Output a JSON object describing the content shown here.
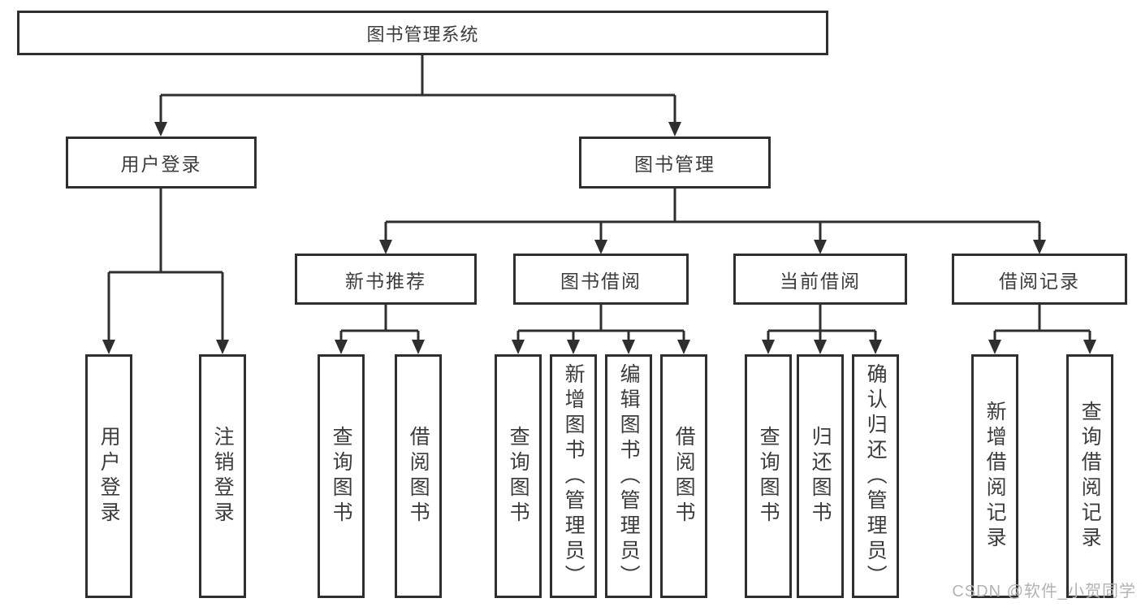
{
  "colors": {
    "line": "#2f2f2f",
    "box_border": "#2f2f2f",
    "box_fill": "#ffffff",
    "text": "#3c3c3c",
    "watermark_text": "#b3b3b3",
    "background": "#ffffff"
  },
  "nodes": {
    "root": {
      "label": "图书管理系统"
    },
    "user_login": {
      "label": "用户登录"
    },
    "book_mgmt": {
      "label": "图书管理"
    },
    "new_book_rec": {
      "label": "新书推荐"
    },
    "book_borrow": {
      "label": "图书借阅"
    },
    "current_borrow": {
      "label": "当前借阅"
    },
    "borrow_records": {
      "label": "借阅记录"
    },
    "leaf_user_login": {
      "label": "用户登录"
    },
    "leaf_logout": {
      "label": "注销登录"
    },
    "leaf_query_book_rec": {
      "label": "查询图书"
    },
    "leaf_borrow_book_rec": {
      "label": "借阅图书"
    },
    "leaf_query_book_borrow": {
      "label": "查询图书"
    },
    "leaf_add_book": {
      "label": "新增图书（管理员）"
    },
    "leaf_edit_book": {
      "label": "编辑图书（管理员）"
    },
    "leaf_borrow_book": {
      "label": "借阅图书"
    },
    "leaf_query_book_current": {
      "label": "查询图书"
    },
    "leaf_return_book": {
      "label": "归还图书"
    },
    "leaf_confirm_return": {
      "label": "确认归还（管理员）"
    },
    "leaf_add_record": {
      "label": "新增借阅记录"
    },
    "leaf_query_record": {
      "label": "查询借阅记录"
    }
  },
  "hierarchy": {
    "图书管理系统": {
      "用户登录": [
        "用户登录",
        "注销登录"
      ],
      "图书管理": {
        "新书推荐": [
          "查询图书",
          "借阅图书"
        ],
        "图书借阅": [
          "查询图书",
          "新增图书（管理员）",
          "编辑图书（管理员）",
          "借阅图书"
        ],
        "当前借阅": [
          "查询图书",
          "归还图书",
          "确认归还（管理员）"
        ],
        "借阅记录": [
          "新增借阅记录",
          "查询借阅记录"
        ]
      }
    }
  },
  "watermark": {
    "text": "CSDN @软件_小贺同学"
  }
}
